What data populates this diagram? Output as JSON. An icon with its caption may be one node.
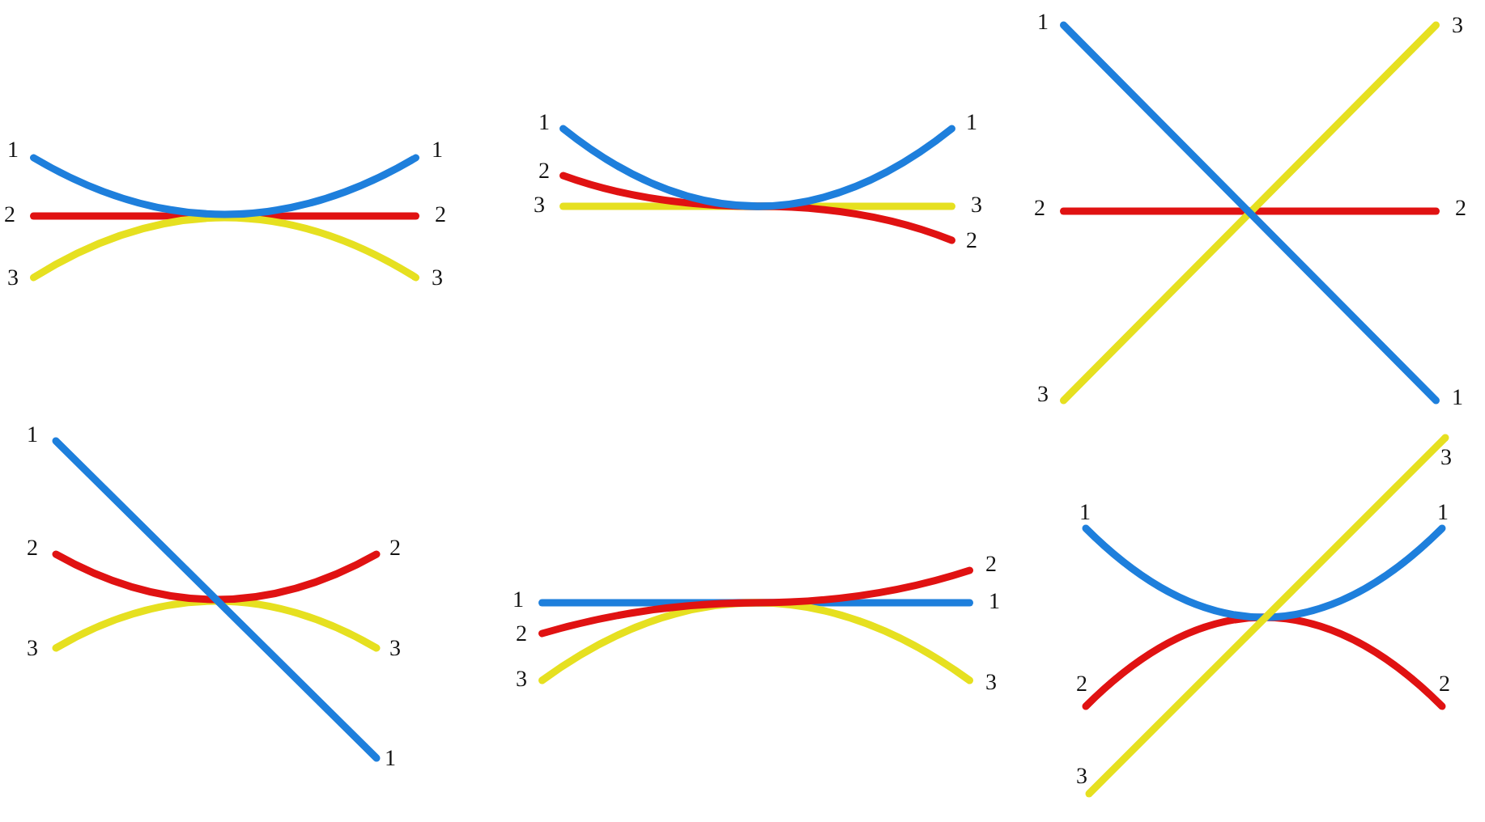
{
  "diagram": {
    "labels": [
      "1",
      "1",
      "2",
      "2",
      "3",
      "3",
      "1",
      "1",
      "2",
      "3",
      "3",
      "2",
      "1",
      "3",
      "2",
      "2",
      "3",
      "1",
      "1",
      "2",
      "2",
      "3",
      "3",
      "1",
      "2",
      "1",
      "1",
      "2",
      "3",
      "3",
      "3",
      "1",
      "1",
      "2",
      "2",
      "3"
    ]
  }
}
